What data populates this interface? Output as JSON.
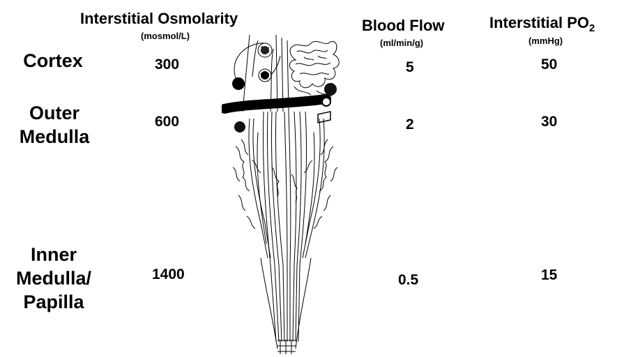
{
  "headers": {
    "osmolarity": {
      "title": "Interstitial Osmolarity",
      "unit": "(mosmol/L)"
    },
    "blood_flow": {
      "title": "Blood Flow",
      "unit": "(ml/min/g)"
    },
    "po2": {
      "title": "Interstitial PO",
      "subscript": "2",
      "unit": "(mmHg)"
    }
  },
  "regions": [
    {
      "label_lines": [
        "Cortex"
      ],
      "osmolarity": "300",
      "blood_flow": "5",
      "po2": "50"
    },
    {
      "label_lines": [
        "Outer",
        "Medulla"
      ],
      "osmolarity": "600",
      "blood_flow": "2",
      "po2": "30"
    },
    {
      "label_lines": [
        "Inner",
        "Medulla/",
        "Papilla"
      ],
      "osmolarity": "1400",
      "blood_flow": "0.5",
      "po2": "15"
    }
  ]
}
